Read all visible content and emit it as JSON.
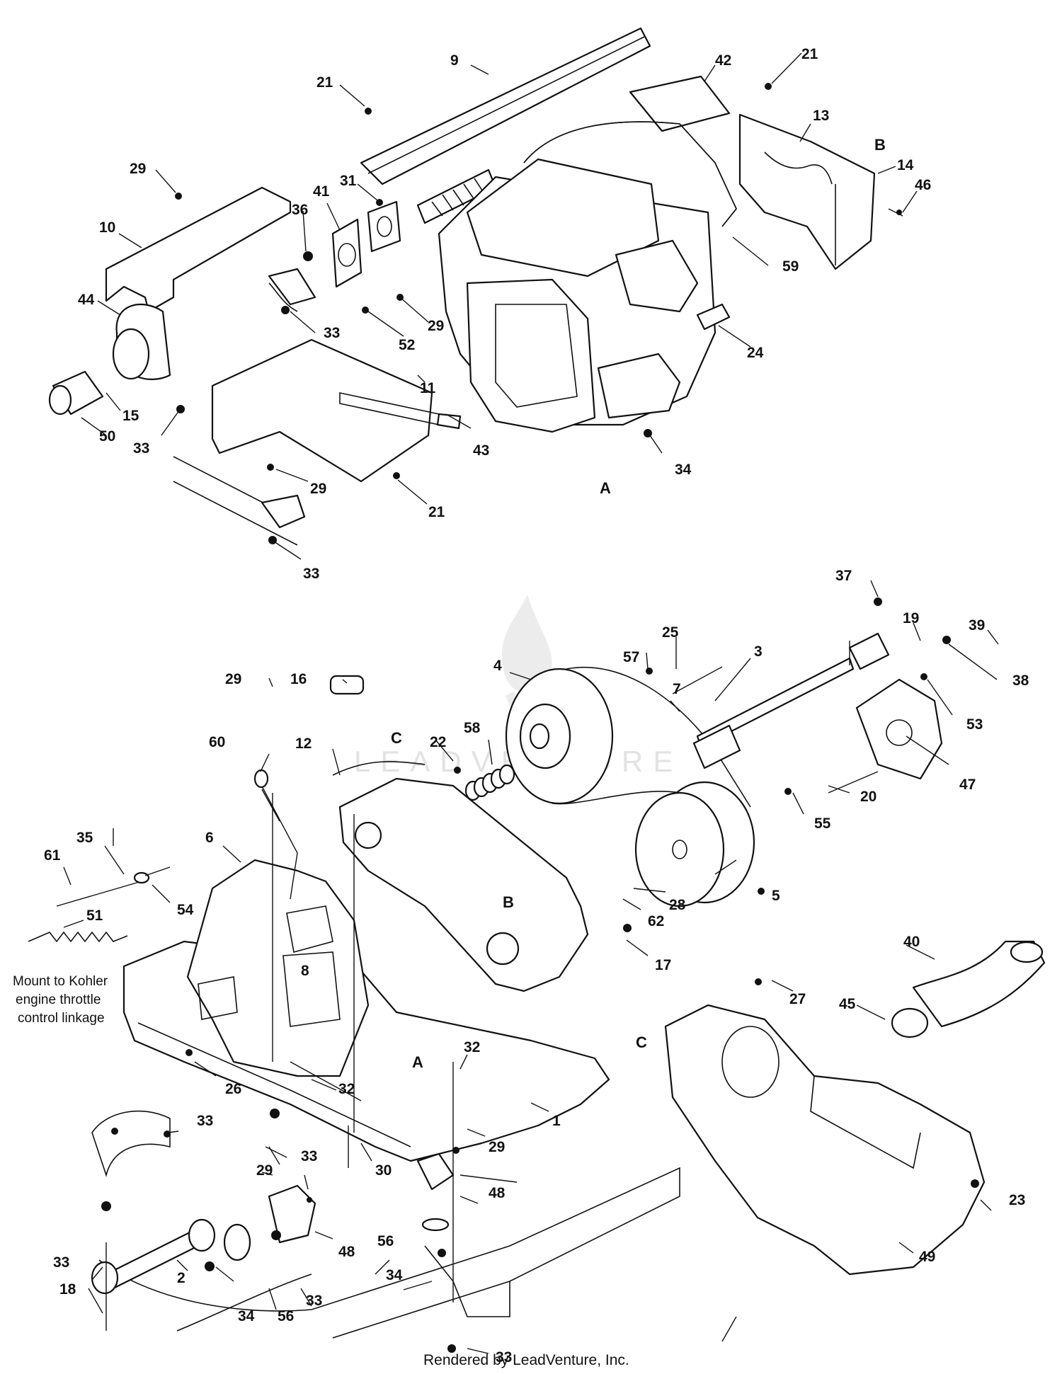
{
  "diagram": {
    "callouts": [
      {
        "id": "c-9",
        "text": "9"
      },
      {
        "id": "c-42",
        "text": "42"
      },
      {
        "id": "c-21a",
        "text": "21"
      },
      {
        "id": "c-21b",
        "text": "21"
      },
      {
        "id": "c-13",
        "text": "13"
      },
      {
        "id": "c-14",
        "text": "14"
      },
      {
        "id": "c-46",
        "text": "46"
      },
      {
        "id": "c-29a",
        "text": "29"
      },
      {
        "id": "c-36",
        "text": "36"
      },
      {
        "id": "c-41",
        "text": "41"
      },
      {
        "id": "c-31",
        "text": "31"
      },
      {
        "id": "c-10",
        "text": "10"
      },
      {
        "id": "c-44",
        "text": "44"
      },
      {
        "id": "c-33a",
        "text": "33"
      },
      {
        "id": "c-52",
        "text": "52"
      },
      {
        "id": "c-29b",
        "text": "29"
      },
      {
        "id": "c-59",
        "text": "59"
      },
      {
        "id": "c-24",
        "text": "24"
      },
      {
        "id": "c-15",
        "text": "15"
      },
      {
        "id": "c-50",
        "text": "50"
      },
      {
        "id": "c-33b",
        "text": "33"
      },
      {
        "id": "c-11",
        "text": "11"
      },
      {
        "id": "c-43",
        "text": "43"
      },
      {
        "id": "c-34a",
        "text": "34"
      },
      {
        "id": "c-29c",
        "text": "29"
      },
      {
        "id": "c-21c",
        "text": "21"
      },
      {
        "id": "c-33c",
        "text": "33"
      },
      {
        "id": "c-37",
        "text": "37"
      },
      {
        "id": "c-25",
        "text": "25"
      },
      {
        "id": "c-19",
        "text": "19"
      },
      {
        "id": "c-39",
        "text": "39"
      },
      {
        "id": "c-4",
        "text": "4"
      },
      {
        "id": "c-57",
        "text": "57"
      },
      {
        "id": "c-3",
        "text": "3"
      },
      {
        "id": "c-38",
        "text": "38"
      },
      {
        "id": "c-29d",
        "text": "29"
      },
      {
        "id": "c-16",
        "text": "16"
      },
      {
        "id": "c-7",
        "text": "7"
      },
      {
        "id": "c-53",
        "text": "53"
      },
      {
        "id": "c-60",
        "text": "60"
      },
      {
        "id": "c-12",
        "text": "12"
      },
      {
        "id": "c-22",
        "text": "22"
      },
      {
        "id": "c-58",
        "text": "58"
      },
      {
        "id": "c-47",
        "text": "47"
      },
      {
        "id": "c-20",
        "text": "20"
      },
      {
        "id": "c-6",
        "text": "6"
      },
      {
        "id": "c-55",
        "text": "55"
      },
      {
        "id": "c-35",
        "text": "35"
      },
      {
        "id": "c-61",
        "text": "61"
      },
      {
        "id": "c-54",
        "text": "54"
      },
      {
        "id": "c-28",
        "text": "28"
      },
      {
        "id": "c-5",
        "text": "5"
      },
      {
        "id": "c-62",
        "text": "62"
      },
      {
        "id": "c-51",
        "text": "51"
      },
      {
        "id": "c-17",
        "text": "17"
      },
      {
        "id": "c-40",
        "text": "40"
      },
      {
        "id": "c-8",
        "text": "8"
      },
      {
        "id": "c-27",
        "text": "27"
      },
      {
        "id": "c-45",
        "text": "45"
      },
      {
        "id": "c-32a",
        "text": "32"
      },
      {
        "id": "c-26",
        "text": "26"
      },
      {
        "id": "c-32b",
        "text": "32"
      },
      {
        "id": "c-33d",
        "text": "33"
      },
      {
        "id": "c-1",
        "text": "1"
      },
      {
        "id": "c-33e",
        "text": "33"
      },
      {
        "id": "c-30",
        "text": "30"
      },
      {
        "id": "c-29e",
        "text": "29"
      },
      {
        "id": "c-29f",
        "text": "29"
      },
      {
        "id": "c-48a",
        "text": "48"
      },
      {
        "id": "c-23",
        "text": "23"
      },
      {
        "id": "c-33f",
        "text": "33"
      },
      {
        "id": "c-48b",
        "text": "48"
      },
      {
        "id": "c-56a",
        "text": "56"
      },
      {
        "id": "c-2",
        "text": "2"
      },
      {
        "id": "c-18",
        "text": "18"
      },
      {
        "id": "c-49",
        "text": "49"
      },
      {
        "id": "c-34b",
        "text": "34"
      },
      {
        "id": "c-33g",
        "text": "33"
      },
      {
        "id": "c-34c",
        "text": "34"
      },
      {
        "id": "c-56b",
        "text": "56"
      },
      {
        "id": "c-33h",
        "text": "33"
      },
      {
        "id": "c-33i",
        "text": "33"
      }
    ],
    "reference_letters": [
      {
        "id": "r-B1",
        "text": "B"
      },
      {
        "id": "r-A1",
        "text": "A"
      },
      {
        "id": "r-C1",
        "text": "C"
      },
      {
        "id": "r-B2",
        "text": "B"
      },
      {
        "id": "r-C2",
        "text": "C"
      },
      {
        "id": "r-A2",
        "text": "A"
      }
    ],
    "note": {
      "line1": "Mount to Kohler",
      "line2": "engine throttle",
      "line3": "control linkage"
    },
    "watermark": "LEADVENTURE",
    "footer": "Rendered by LeadVenture, Inc."
  },
  "colors": {
    "ink": "#111111",
    "paper": "#ffffff",
    "watermark": "#e2e2e2"
  }
}
